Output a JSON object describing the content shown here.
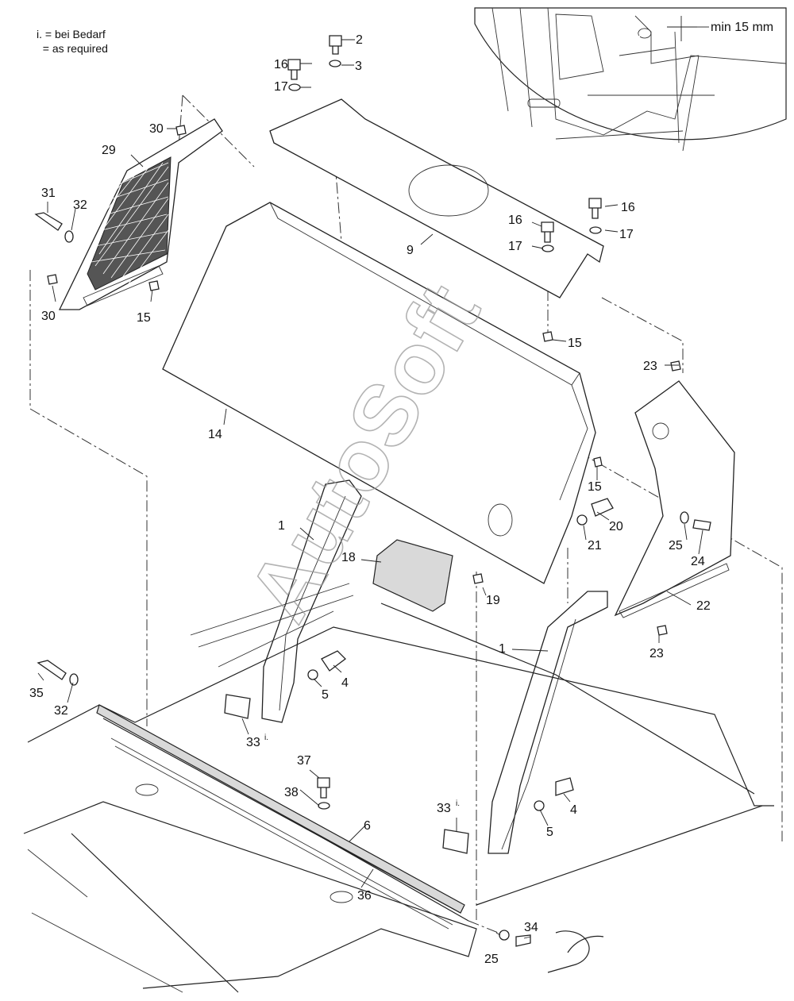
{
  "legend": {
    "line1": "i. = bei Bedarf",
    "line2": "  = as required"
  },
  "detail_note": "min 15 mm",
  "watermark": "AutoSoft",
  "callouts": {
    "c2": "2",
    "c3": "3",
    "c16a": "16",
    "c17a": "17",
    "c30a": "30",
    "c29": "29",
    "c31": "31",
    "c32a": "32",
    "c30b": "30",
    "c15a": "15",
    "c9": "9",
    "c16b": "16",
    "c17b": "17",
    "c16c": "16",
    "c17c": "17",
    "c15b": "15",
    "c23a": "23",
    "c14": "14",
    "c15c": "15",
    "c1a": "1",
    "c20": "20",
    "c21": "21",
    "c25a": "25",
    "c24": "24",
    "c18": "18",
    "c19": "19",
    "c22": "22",
    "c23b": "23",
    "c1b": "1",
    "c35": "35",
    "c32b": "32",
    "c4a": "4",
    "c5a": "5",
    "c33a": "33",
    "c37": "37",
    "c38": "38",
    "c6": "6",
    "c33b": "33",
    "c4b": "4",
    "c5b": "5",
    "c36": "36",
    "c34": "34",
    "c25b": "25"
  },
  "as_required_mark": "i."
}
